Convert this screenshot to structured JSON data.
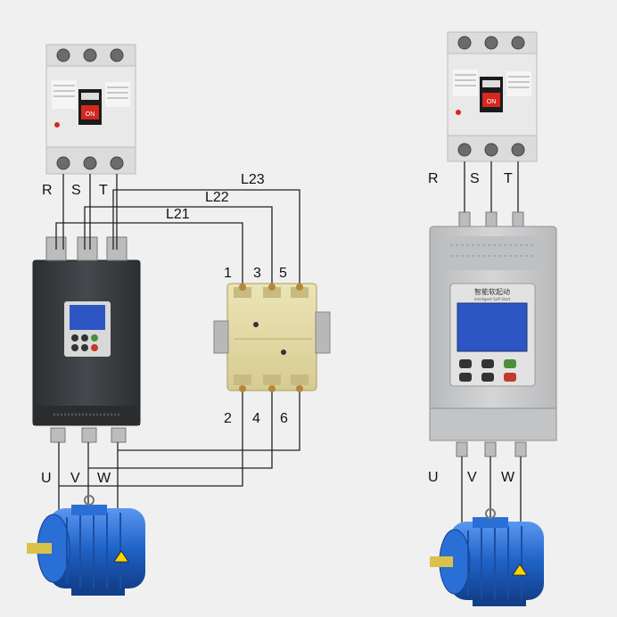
{
  "left_diagram": {
    "breaker_on_label": "ON",
    "input_phases": [
      "R",
      "S",
      "T"
    ],
    "output_phases": [
      "U",
      "V",
      "W"
    ],
    "bypass_lines": [
      "L23",
      "L22",
      "L21"
    ],
    "contactor_top_terminals": [
      "1",
      "3",
      "5"
    ],
    "contactor_bottom_terminals": [
      "2",
      "4",
      "6"
    ]
  },
  "right_diagram": {
    "breaker_on_label": "ON",
    "input_phases": [
      "R",
      "S",
      "T"
    ],
    "output_phases": [
      "U",
      "V",
      "W"
    ],
    "panel_title": "智能软起动",
    "panel_subtitle": "Intelligent Soft Start"
  },
  "colors": {
    "background": "#f0f0f0",
    "starter_dark": "#3a3d40",
    "starter_light": "#c9cacc",
    "contactor": "#e2d9a6",
    "breaker": "#e9e9e9",
    "motor": "#1f63c7",
    "on_button": "#d6281f",
    "display": "#2d55c4"
  }
}
